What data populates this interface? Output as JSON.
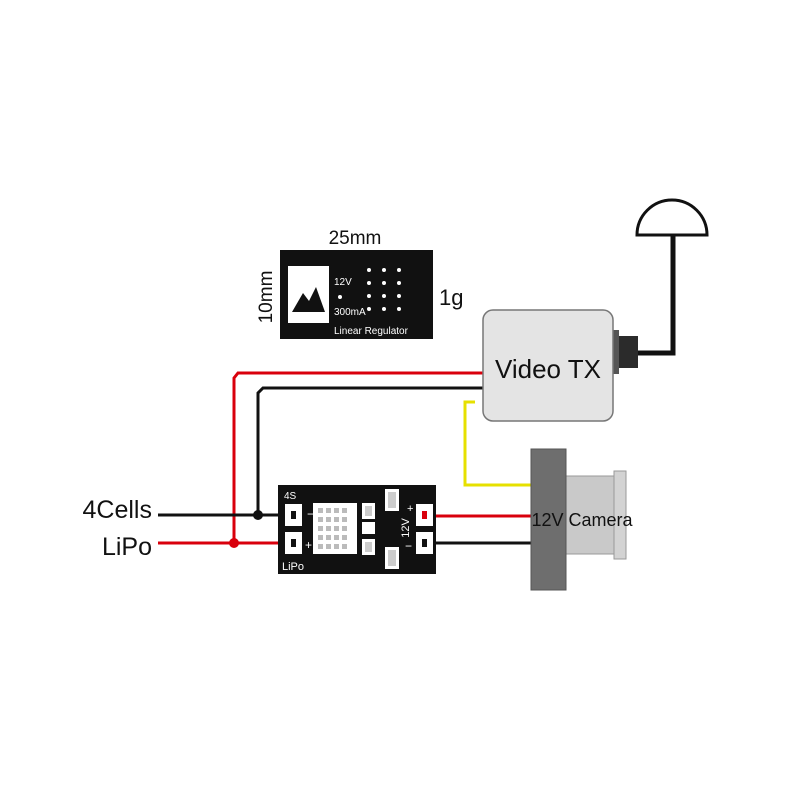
{
  "regulator_module": {
    "width_label": "25mm",
    "height_label": "10mm",
    "weight_label": "1g",
    "voltage_label": "12V",
    "current_label": "300mA",
    "name_label": "Linear Regulator"
  },
  "board": {
    "input_label": "4S",
    "battery_label": "LiPo",
    "output_label": "12V"
  },
  "battery": {
    "line1": "4Cells",
    "line2": "LiPo"
  },
  "video_tx": {
    "label": "Video TX"
  },
  "camera": {
    "label": "12V Camera"
  },
  "colors": {
    "positive_wire": "#d9000c",
    "negative_wire": "#111111",
    "signal_wire": "#e6e000",
    "pcb": "#111111",
    "tx_box": "#e4e4e4",
    "camera_body": "#6e6e6e",
    "camera_lens": "#c9c9c9"
  }
}
